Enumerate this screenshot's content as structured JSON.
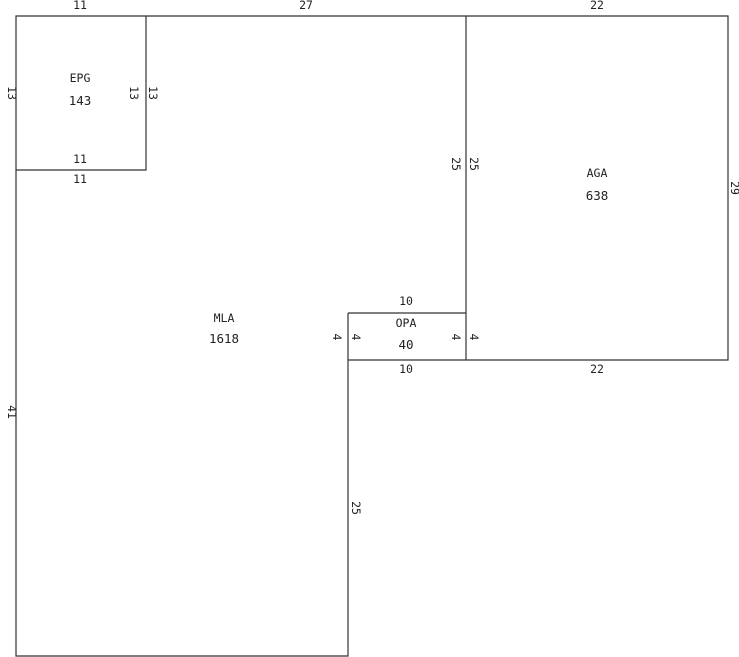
{
  "rooms": {
    "epg": {
      "code": "EPG",
      "area": "143",
      "top": "11",
      "bottom_inner": "11",
      "bottom_outer": "11",
      "left": "13",
      "right_inner": "13",
      "right_outer": "13"
    },
    "mla": {
      "code": "MLA",
      "area": "1618",
      "top": "27",
      "left": "41",
      "right_lower": "25",
      "right_step": "4"
    },
    "opa": {
      "code": "OPA",
      "area": "40",
      "top": "10",
      "bottom": "10",
      "left": "4",
      "right": "4"
    },
    "aga": {
      "code": "AGA",
      "area": "638",
      "top": "22",
      "bottom": "22",
      "left_outer": "25",
      "left_inner": "25",
      "right": "29",
      "left_step": "4"
    }
  }
}
